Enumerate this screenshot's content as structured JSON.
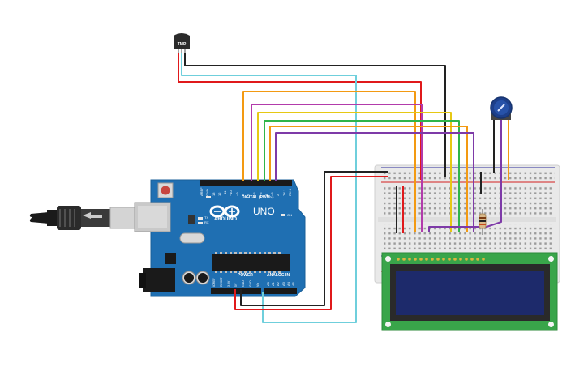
{
  "sensor": {
    "label": "TMP"
  },
  "arduino": {
    "brand": "ARDUINO",
    "model": "UNO",
    "digital_label": "DIGITAL (PWM~)",
    "analog_label": "ANALOG IN",
    "power_label": "POWER",
    "on_label": "ON",
    "tx_label": "TX",
    "rx_label": "RX",
    "aref_label": "AREF",
    "gnd_label": "GND",
    "digital_pins": [
      "13",
      "12",
      "~11",
      "~10",
      "~9",
      "8",
      "7",
      "~6",
      "~5",
      "4",
      "~3",
      "2",
      "TX 1",
      "RX 0"
    ],
    "power_pins": [
      "IOREF",
      "RESET",
      "3.3V",
      "5V",
      "GND",
      "GND",
      "Vin"
    ],
    "analog_pins": [
      "A0",
      "A1",
      "A2",
      "A3",
      "A4",
      "A5"
    ]
  },
  "wire_colors": {
    "red": "#e0191b",
    "black": "#222222",
    "cyan": "#6fcfdc",
    "orange": "#f39a12",
    "magenta": "#b23bab",
    "yellow": "#e6c814",
    "green": "#2fb54a",
    "purple": "#7e3aa8"
  },
  "components": {
    "board_color": "#1f6fb2",
    "lcd_pcb_color": "#39a54a",
    "lcd_screen_color": "#1d2a6b",
    "pot_color": "#1d3f8a"
  }
}
